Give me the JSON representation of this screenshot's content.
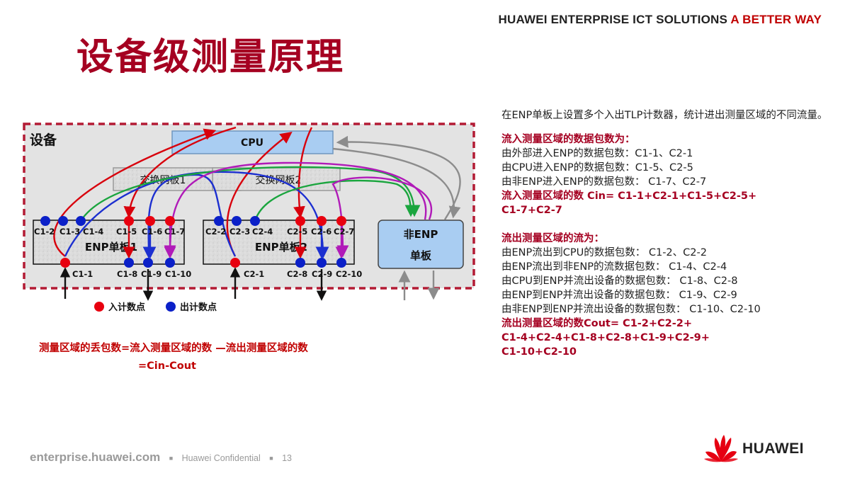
{
  "header": {
    "tagline_main": "HUAWEI ENTERPRISE ICT SOLUTIONS",
    "tagline_accent": "A BETTER WAY"
  },
  "title": "设备级测量原理",
  "diagram": {
    "device_label": "设备",
    "cpu_label": "CPU",
    "switch1_label": "交换网板1",
    "switch2_label": "交换网板2",
    "enp1_label": "ENP单板1",
    "enp2_label": "ENP单板2",
    "nonenp_line1": "非ENP",
    "nonenp_line2": "单板",
    "enp1_top_counters": [
      "C1-2",
      "C1-3",
      "C1-4",
      "C1-5",
      "C1-6",
      "C1-7"
    ],
    "enp1_bottom_counters": [
      "C1-1",
      "C1-8",
      "C1-9",
      "C1-10"
    ],
    "enp2_top_counters": [
      "C2-2",
      "C2-3",
      "C2-4",
      "C2-5",
      "C2-6",
      "C2-7"
    ],
    "enp2_bottom_counters": [
      "C2-1",
      "C2-8",
      "C2-9",
      "C2-10"
    ],
    "legend_in": "入计数点",
    "legend_out": "出计数点",
    "colors": {
      "in_point": "#e8000f",
      "out_point": "#0b20c8",
      "arrow_red": "#d8000c",
      "arrow_blue": "#1c2fd0",
      "arrow_green": "#1aa53e",
      "arrow_magenta": "#b01ab8",
      "arrow_gray": "#8c8c8c"
    }
  },
  "formula": {
    "line1": "测量区域的丢包数=流入测量区域的数 —流出测量区域的数",
    "line2": "=Cin-Cout"
  },
  "text_panel": {
    "intro": "在ENP单板上设置多个入出TLP计数器，统计进出测量区域的不同流量。",
    "in_heading": "流入测量区域的数据包数为：",
    "in_lines": [
      "由外部进入ENP的数据包数：C1-1、C2-1",
      "由CPU进入ENP的数据包数：C1-5、C2-5",
      "由非ENP进入ENP的数据包数： C1-7、C2-7"
    ],
    "cin_line1": "流入测量区域的数 Cin= C1-1+C2-1+C1-5+C2-5+",
    "cin_line2": "C1-7+C2-7",
    "out_heading": "流出测量区域的流为：",
    "out_lines": [
      "由ENP流出到CPU的数据包数： C1-2、C2-2",
      "由ENP流出到非ENP的流数据包数： C1-4、C2-4",
      "由CPU到ENP并流出设备的数据包数： C1-8、C2-8",
      "由ENP到ENP并流出设备的数据包数： C1-9、C2-9",
      "由非ENP到ENP并流出设备的数据包数： C1-10、C2-10"
    ],
    "cout_line1": "流出测量区域的数Cout= C1-2+C2-2+",
    "cout_line2": "C1-4+C2-4+C1-8+C2-8+C1-9+C2-9+",
    "cout_line3": "C1-10+C2-10"
  },
  "footer": {
    "site": "enterprise.huawei.com",
    "confidential": "Huawei Confidential",
    "page": "13"
  },
  "logo": {
    "text": "HUAWEI",
    "color": "#e60012"
  }
}
